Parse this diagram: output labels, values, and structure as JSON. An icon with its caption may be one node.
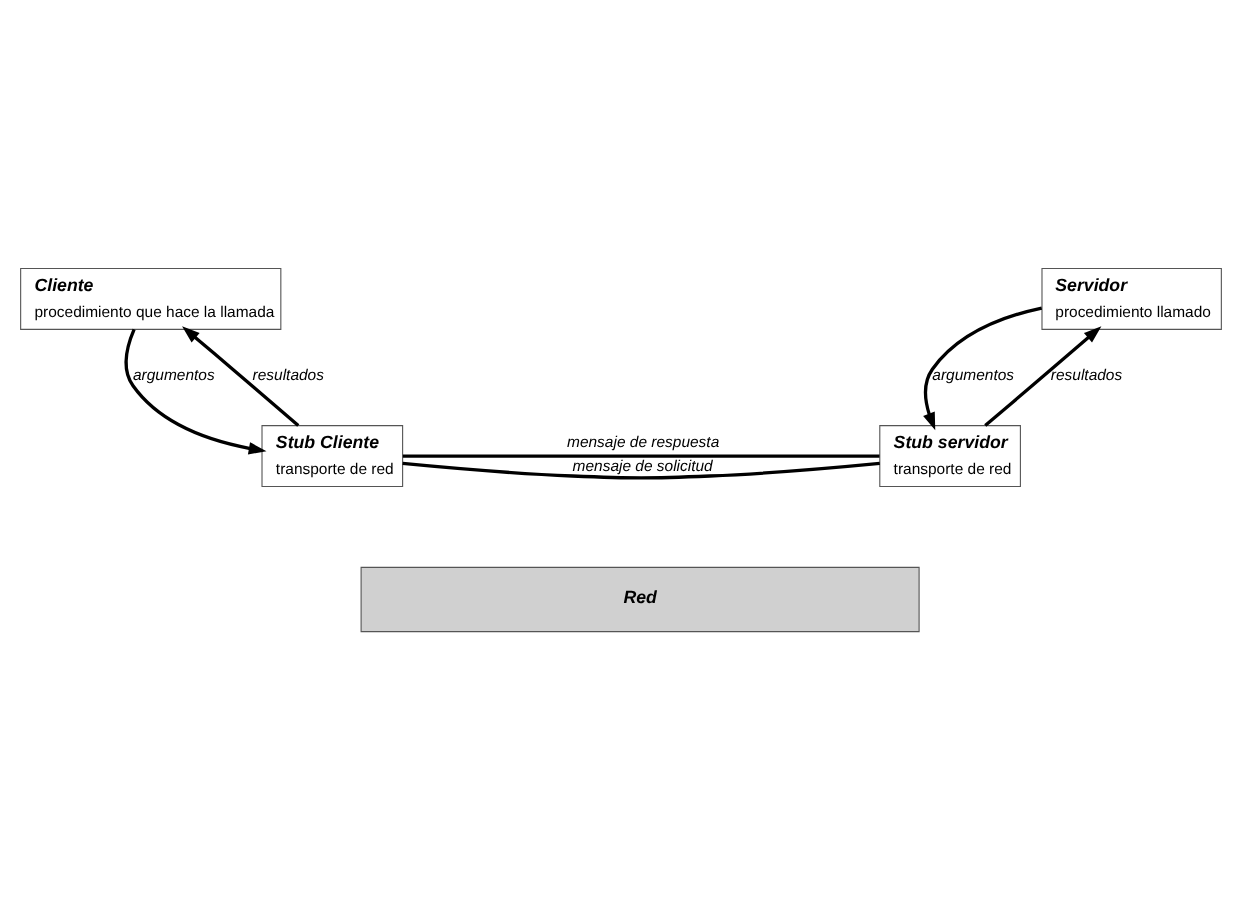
{
  "diagram": {
    "nodes": [
      {
        "text": [
          "Cliente",
          "procedimiento que hace la llamada"
        ]
      },
      {
        "text": [
          "Servidor",
          "procedimiento llamado"
        ]
      },
      {
        "text": [
          "Stub Cliente",
          "transporte de red"
        ]
      },
      {
        "text": [
          "Stub servidor",
          "transporte de red"
        ]
      },
      {
        "text": [
          "Red"
        ]
      }
    ],
    "edges": [
      {
        "from": 0,
        "to": 2,
        "arrow": "to",
        "label": "argumentos"
      },
      {
        "from": 2,
        "to": 0,
        "arrow": "to",
        "label": "resultados"
      },
      {
        "from": 1,
        "to": 3,
        "arrow": "to",
        "label": "argumentos"
      },
      {
        "from": 3,
        "to": 1,
        "arrow": "to",
        "label": "resultados"
      },
      {
        "from": 2,
        "to": 3,
        "arrow": "none",
        "label": "mensaje de solicitud"
      },
      {
        "from": 3,
        "to": 2,
        "arrow": "none",
        "label": "mensaje de respuesta"
      }
    ]
  }
}
